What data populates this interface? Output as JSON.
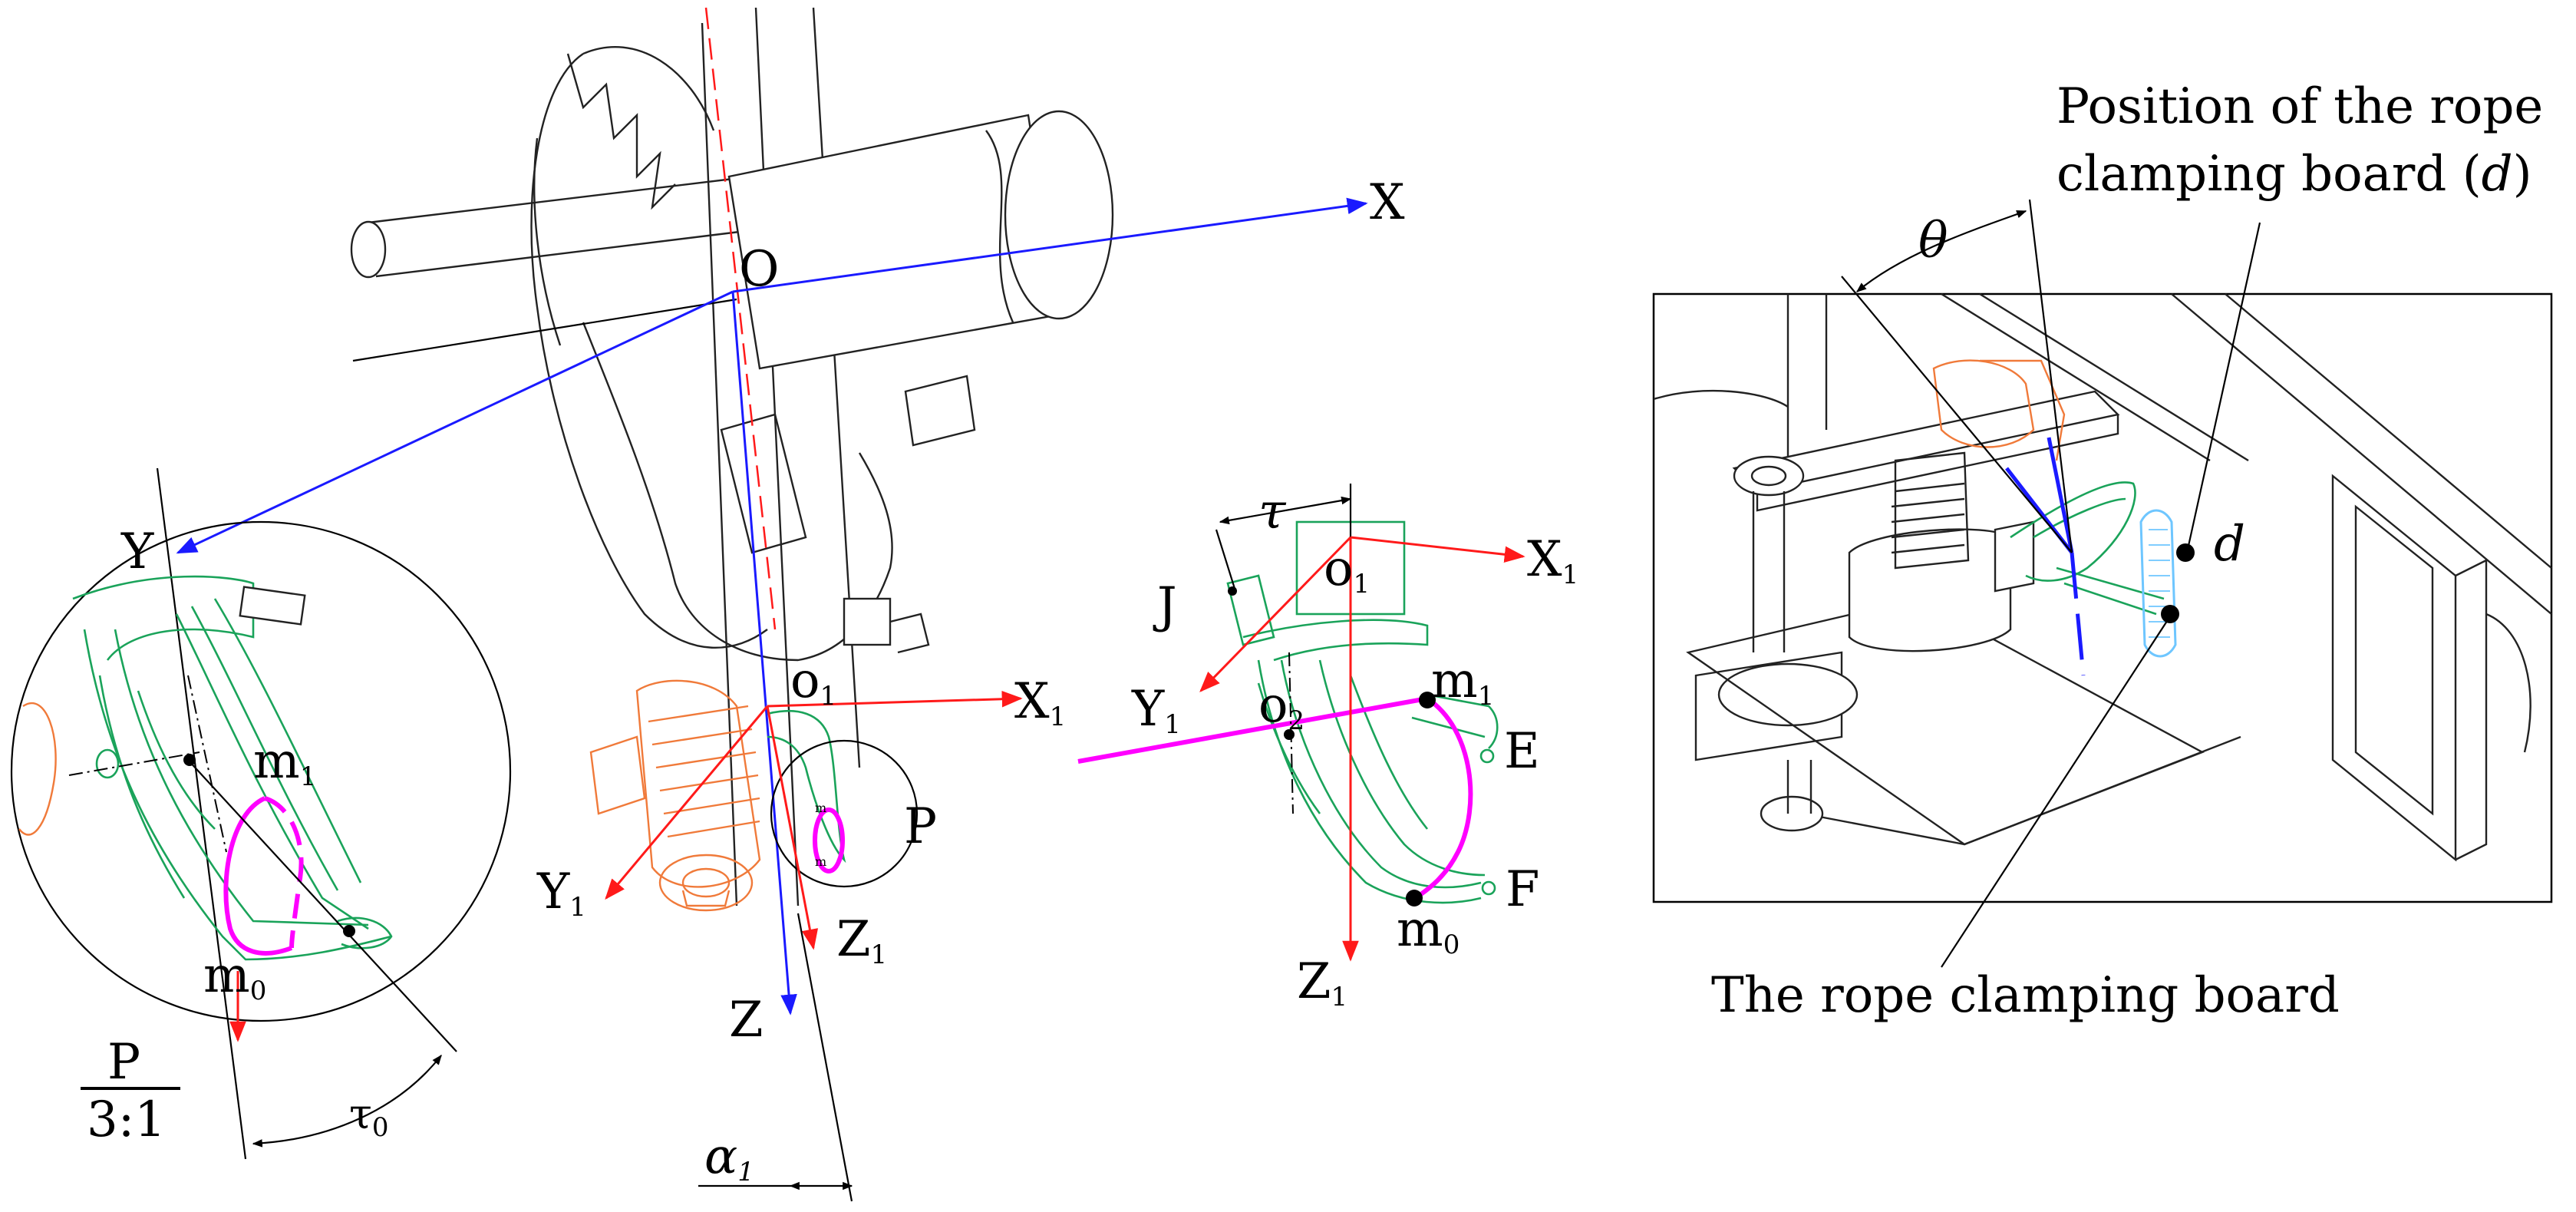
{
  "main_view": {
    "origin": "O",
    "axis_x": "X",
    "axis_y": "Y",
    "axis_z": "Z",
    "origin_1": "o",
    "sub_1": "1",
    "axis_x1": "X",
    "axis_y1": "Y",
    "axis_z1": "Z",
    "detail_ref": "P",
    "angle_alpha": "α",
    "mini_m1": "m",
    "mini_m0": "m"
  },
  "detail_view": {
    "point_m1": "m",
    "point_m0": "m",
    "sub_1": "1",
    "sub_0": "0",
    "angle_tau0": "τ",
    "scale_name": "P",
    "scale_ratio": "3:1"
  },
  "hook_view": {
    "angle_tau": "τ",
    "point_j": "J",
    "origin_o1": "o",
    "origin_o2": "o",
    "sub_2": "2",
    "axis_x1": "X",
    "axis_y1": "Y",
    "axis_z1": "Z",
    "point_m1": "m",
    "point_m0": "m",
    "point_e": "E",
    "point_f": "F"
  },
  "board_view": {
    "caption_line1": "Position of the rope",
    "caption_line2_pre": "clamping board (",
    "caption_line2_d": "d",
    "caption_line2_post": ")",
    "angle_theta": "θ",
    "label_d": "d",
    "caption_bottom": "The rope clamping board"
  },
  "colors": {
    "blue_axes": "#1a1aff",
    "red_axes": "#ff1a1a",
    "trajectory": "#ff00ff",
    "hook_green": "#1aa35a",
    "spring_orange": "#f07a3a"
  }
}
